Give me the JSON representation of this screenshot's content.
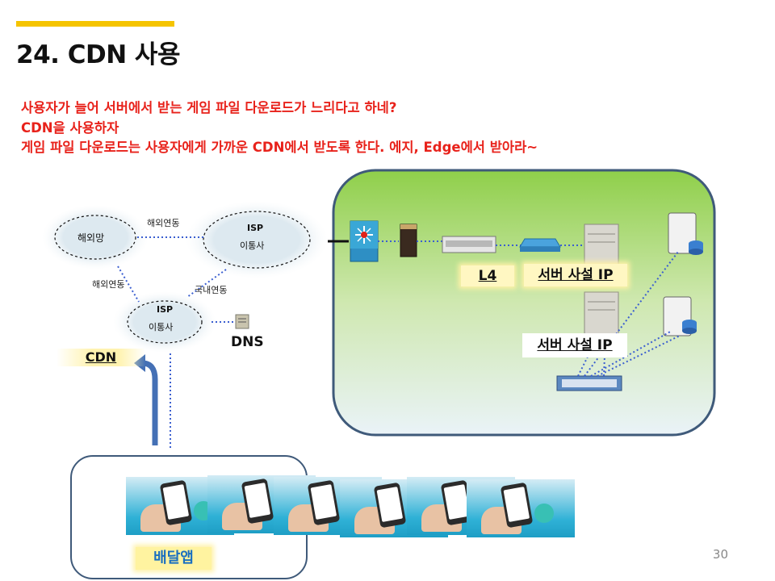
{
  "title": "24. CDN 사용",
  "description": [
    "사용자가 늘어 서버에서 받는 게임 파일 다운로드가 느리다고 하네?",
    "CDN을 사용하자",
    "게임 파일 다운로드는 사용자에게 가까운 CDN에서 받도록 한다.  에지, Edge에서 받아라~"
  ],
  "network": {
    "overseas_net": "해외망",
    "isp_top": [
      "ISP",
      "이통사"
    ],
    "isp_bottom": [
      "ISP",
      "이통사"
    ],
    "overseas_link_1": "해외연동",
    "overseas_link_2": "해외연동",
    "domestic_link": "국내연동",
    "dns": "DNS",
    "cdn": "CDN"
  },
  "datacenter": {
    "l4": "L4",
    "private_ip_1": "서버 사설 IP",
    "private_ip_2": "서버 사설 IP"
  },
  "app": {
    "label": "배달앱",
    "thumbnail_count": 6
  },
  "page_number": "30",
  "colors": {
    "accent": "#f5c400",
    "description_text": "#e8221b",
    "datacenter_border": "#3f5a7a",
    "arrow": "#4470b5",
    "dotted_link": "#3b5fd0"
  }
}
